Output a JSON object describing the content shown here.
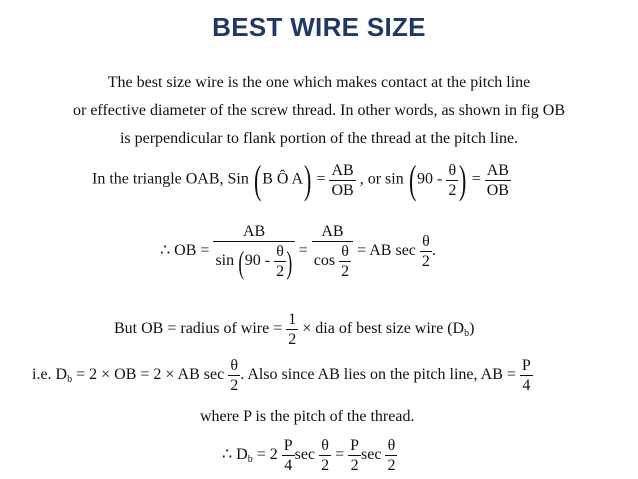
{
  "title": "BEST WIRE SIZE",
  "paragraph": [
    "The best size wire is the one which makes contact at the pitch line",
    "or effective diameter of the screw thread. In other words, as shown in fig OB",
    "is perpendicular to flank portion of the thread at the pitch line."
  ],
  "eq1": {
    "pre": "In the triangle OAB, Sin",
    "angle": "B Ô A",
    "eq": "=",
    "num": "AB",
    "den": "OB",
    "or": ", or sin",
    "arg": "90 -",
    "theta": "θ",
    "two": "2",
    "eq2": "=",
    "num2": "AB",
    "den2": "OB"
  },
  "eq2": {
    "pre": "∴ OB =",
    "num": "AB",
    "den_pre": "sin",
    "arg": "90 -",
    "theta": "θ",
    "two": "2",
    "eq": "=",
    "num2": "AB",
    "cos": "cos",
    "eq2": "= AB sec",
    "end": "."
  },
  "eq3": {
    "pre": "But OB = radius of wire =",
    "num": "1",
    "den": "2",
    "post": "× dia of best size wire (D",
    "sub": "b",
    "close": ")"
  },
  "eq4": {
    "pre": "i.e. D",
    "sub": "b",
    "mid": "= 2 × OB = 2 × AB sec",
    "theta": "θ",
    "two": "2",
    "post": ". Also since AB lies on the pitch line, AB =",
    "P": "P",
    "four": "4"
  },
  "eq5": "where P is the pitch of the thread.",
  "eq6": {
    "pre": "∴ D",
    "sub": "b",
    "eq": "= 2",
    "P": "P",
    "four": "4",
    "sec": "sec",
    "theta": "θ",
    "two": "2",
    "eq2": "=",
    "P2": "P",
    "two2": "2",
    "sec2": "sec"
  }
}
